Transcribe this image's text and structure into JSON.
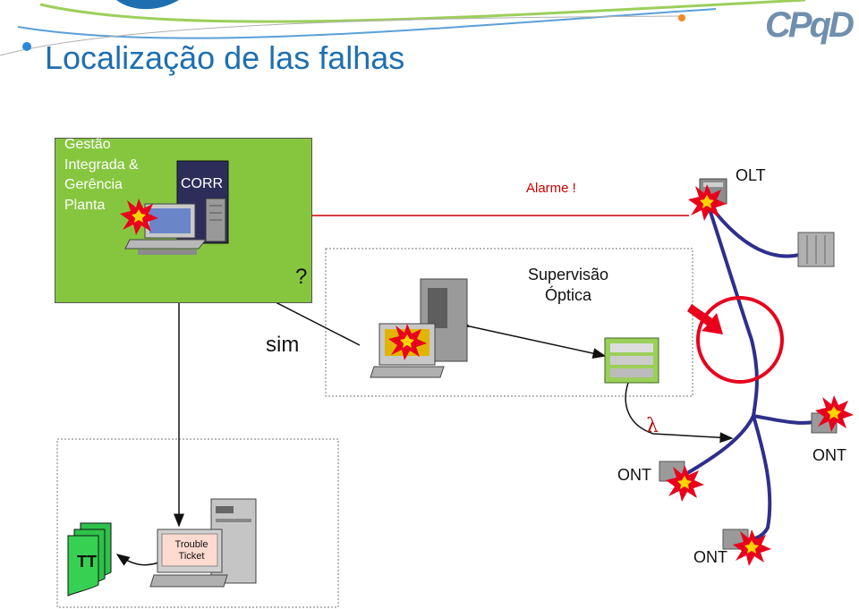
{
  "title": "Localização de las falhas",
  "logo": "CPqD",
  "management_box": {
    "label": "Gestão\nIntegrada &\nGerência\nPlanta",
    "server_label": "CORR"
  },
  "alarm": "Alarme !",
  "olt": "OLT",
  "question": "?",
  "yes": "sim",
  "supervision": "Supervisão\nÓptica",
  "lambda": "λ",
  "ont_labels": [
    "ONT",
    "ONT",
    "ONT"
  ],
  "trouble_ticket": "Trouble\nTicket",
  "tt": "TT",
  "colors": {
    "title": "#1e6fb0",
    "green_box": "#86c63f",
    "fiber": "#2e2f8c",
    "alarm": "#cc0000",
    "burst": "#e8001c"
  }
}
